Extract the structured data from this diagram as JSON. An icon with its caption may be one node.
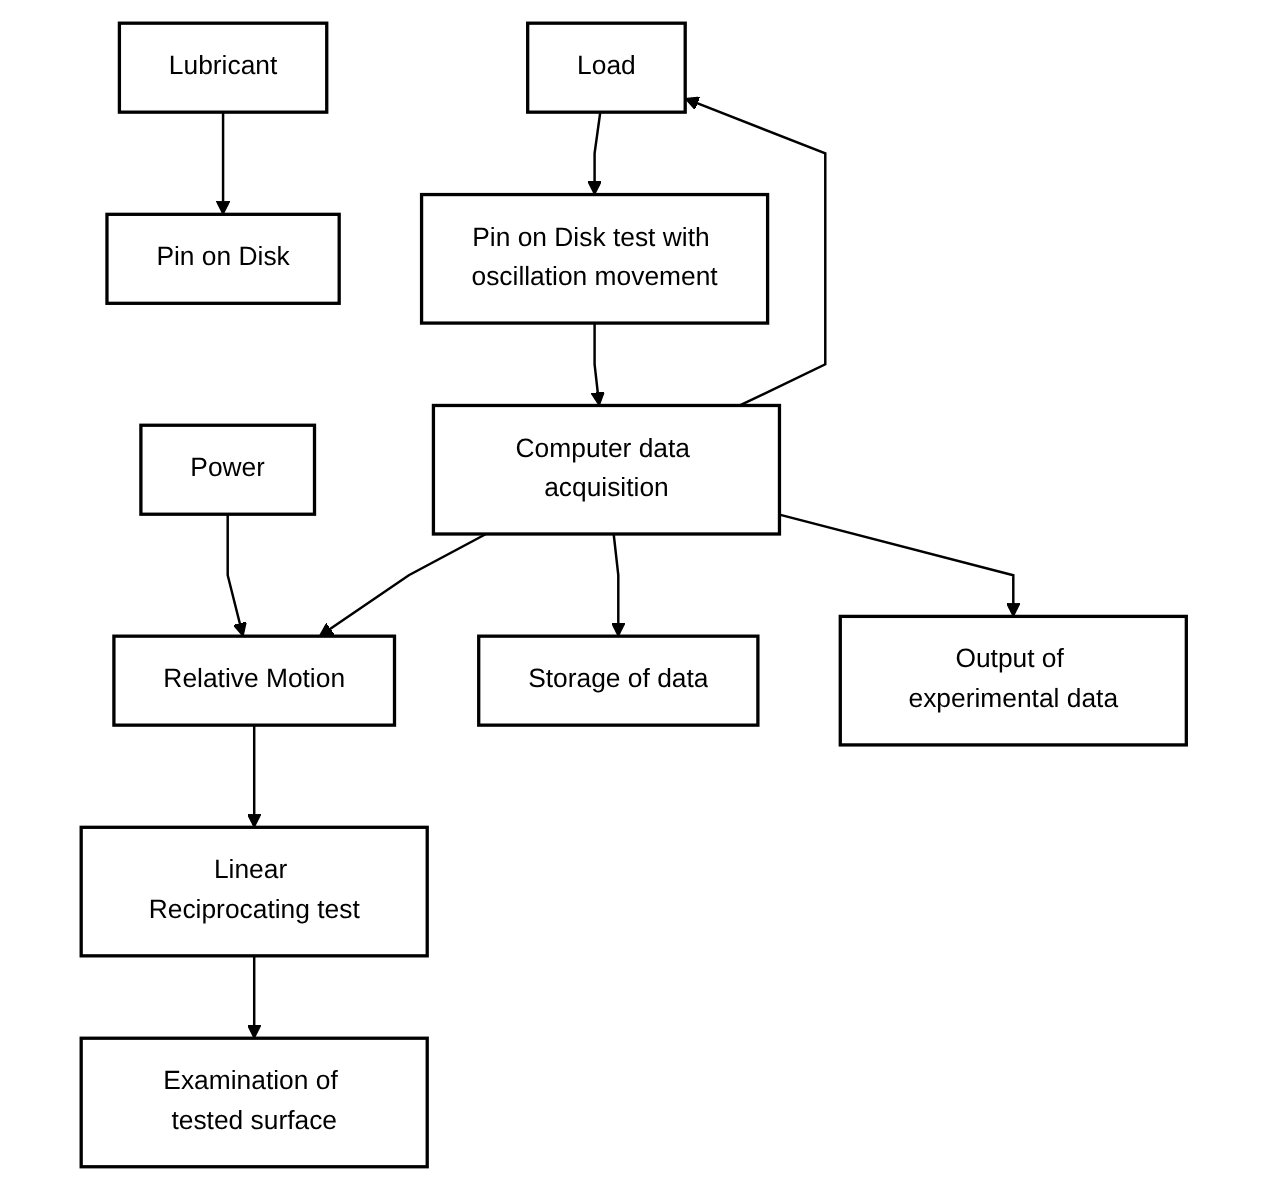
{
  "diagram": {
    "nodes": [
      {
        "text": [
          "Lubricant"
        ]
      },
      {
        "text": [
          "Power"
        ]
      },
      {
        "text": [
          "Relative Motion"
        ]
      },
      {
        "text": [
          "Pin on Disk"
        ]
      },
      {
        "text": [
          "Linear Reciprocating test"
        ]
      },
      {
        "text": [
          "Examination of tested surface"
        ]
      },
      {
        "text": [
          "Load"
        ]
      },
      {
        "text": [
          "Pin on Disk test with oscillation movement"
        ]
      },
      {
        "text": [
          "Computer data acquisition"
        ]
      },
      {
        "text": [
          "Storage of data"
        ]
      },
      {
        "text": [
          "Output of experimental data"
        ]
      }
    ],
    "edges": [
      {
        "from": 0,
        "to": 3,
        "arrow": "to"
      },
      {
        "from": 1,
        "to": 2,
        "arrow": "to"
      },
      {
        "from": 2,
        "to": 4,
        "arrow": "to"
      },
      {
        "from": 4,
        "to": 5,
        "arrow": "to"
      },
      {
        "from": 6,
        "to": 7,
        "arrow": "to"
      },
      {
        "from": 7,
        "to": 8,
        "arrow": "to"
      },
      {
        "from": 8,
        "to": 2,
        "arrow": "to"
      },
      {
        "from": 8,
        "to": 6,
        "arrow": "to"
      },
      {
        "from": 8,
        "to": 9,
        "arrow": "to"
      },
      {
        "from": 8,
        "to": 10,
        "arrow": "to"
      }
    ]
  }
}
